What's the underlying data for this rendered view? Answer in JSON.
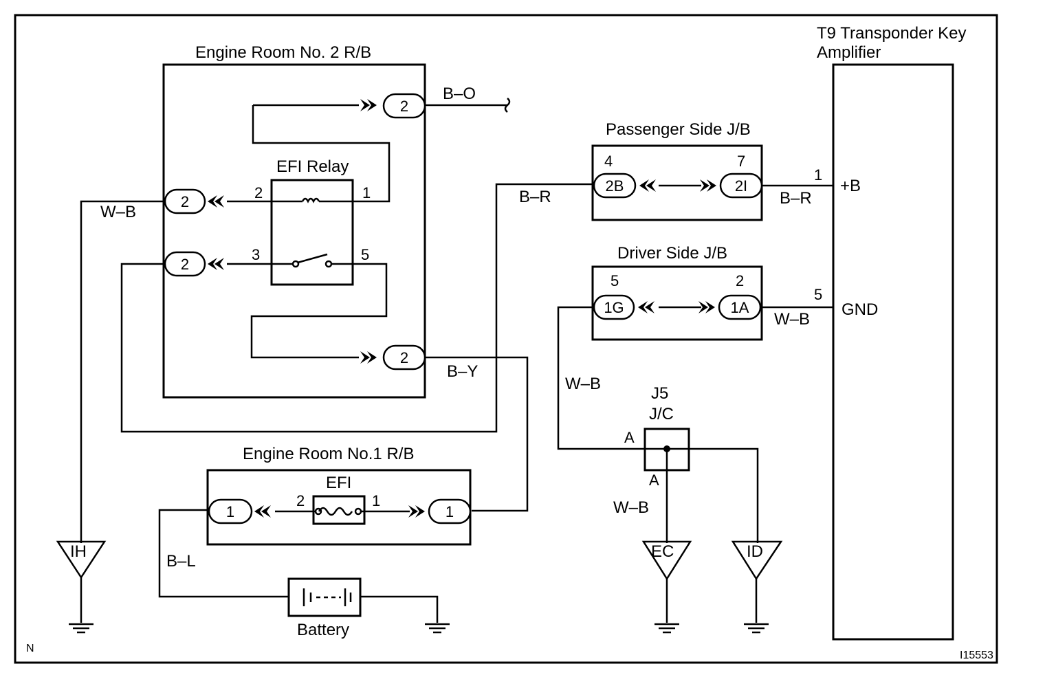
{
  "components": {
    "engine_room_2_rb": "Engine Room No. 2 R/B",
    "efi_relay": "EFI Relay",
    "engine_room_1_rb": "Engine Room No.1 R/B",
    "efi_fuse": "EFI",
    "battery": "Battery",
    "passenger_jb": "Passenger Side J/B",
    "driver_jb": "Driver Side J/B",
    "amplifier_line1": "T9 Transponder Key",
    "amplifier_line2": "Amplifier",
    "junction_connector_line1": "J5",
    "junction_connector_line2": "J/C"
  },
  "connectors": {
    "er2_top": "2",
    "er2_coil": "2",
    "er2_switch": "2",
    "er2_bottom": "2",
    "er1_left": "1",
    "er1_right": "1",
    "pass_left": "2B",
    "pass_right": "2I",
    "driver_left": "1G",
    "driver_right": "1A"
  },
  "pins": {
    "relay_2": "2",
    "relay_1": "1",
    "relay_3": "3",
    "relay_5": "5",
    "fuse_2": "2",
    "fuse_1": "1",
    "pass_4": "4",
    "pass_7": "7",
    "driver_5": "5",
    "driver_2": "2",
    "amp_1": "1",
    "amp_5": "5",
    "jc_a_left": "A",
    "jc_a_bottom": "A"
  },
  "amplifier_terminals": {
    "plus_b": "+B",
    "gnd": "GND"
  },
  "wire_colors": {
    "b_o": "B–O",
    "w_b_left": "W–B",
    "b_r_pass_in": "B–R",
    "b_r_amp": "B–R",
    "w_b_amp": "W–B",
    "b_y": "B–Y",
    "w_b_driver": "W–B",
    "w_b_ec": "W–B",
    "b_l": "B–L"
  },
  "grounds": {
    "ih": "IH",
    "ec": "EC",
    "id": "ID"
  },
  "corner_letter": "N",
  "figure_id": "I15553"
}
